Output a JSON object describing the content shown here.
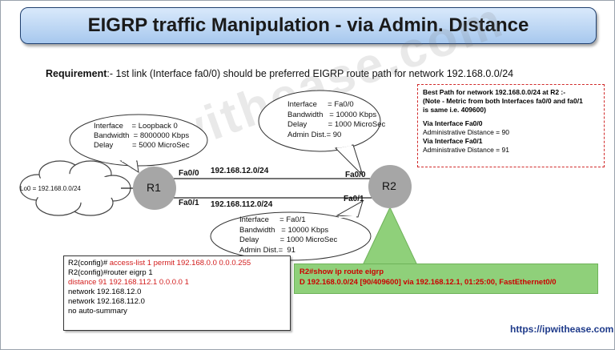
{
  "title": "EIGRP traffic Manipulation - via Admin. Distance",
  "requirement": {
    "label": "Requirement",
    "text": ":- 1st link (Interface fa0/0) should be preferred EIGRP route path for network 192.168.0.0/24"
  },
  "watermark": "ipwithease.com",
  "cloud": {
    "text": "Lo0 = 192.168.0.0/24"
  },
  "r1": {
    "label": "R1",
    "bubble": [
      "Interface    = Loopback 0",
      "Bandwidth  = 8000000 Kbps",
      "Delay         = 5000 MicroSec"
    ]
  },
  "r2": {
    "label": "R2"
  },
  "links": {
    "top_subnet": "192.168.12.0/24",
    "bottom_subnet": "192.168.112.0/24",
    "r1_top_if": "Fa0/0",
    "r1_bottom_if": "Fa0/1",
    "r2_top_if": "Fa0/0",
    "r2_bottom_if": "Fa0/1"
  },
  "bubble_fa00": [
    "Interface     = Fa0/0",
    "Bandwidth   = 10000 Kbps",
    "Delay          = 1000 MicroSec",
    "Admin Dist.= 90"
  ],
  "bubble_fa01": [
    "Interface     = Fa0/1",
    "Bandwidth   = 10000 Kbps",
    "Delay          = 1000 MicroSec",
    "Admin Dist.=  91"
  ],
  "best_path": {
    "heading": "Best Path for network 192.168.0.0/24 at R2 :-",
    "note1": "(Note - Metric from both Interfaces fa0/0 and fa0/1",
    "note2": "is same i.e. 409600)",
    "via1": "Via Interface Fa0/0",
    "ad1": "Administrative Distance = 90",
    "via2": "Via Interface Fa0/1",
    "ad2": "Administrative Distance = 91"
  },
  "config": [
    {
      "prefix": "R2(config)# ",
      "text": "access-list 1 permit 192.168.0.0 0.0.0.255",
      "highlight": true
    },
    {
      "prefix": "R2(config)#router eigrp 1",
      "text": "",
      "highlight": false
    },
    {
      "prefix": " ",
      "text": "distance 91 192.168.112.1 0.0.0.0 1",
      "highlight": true
    },
    {
      "prefix": " network 192.168.12.0",
      "text": "",
      "highlight": false
    },
    {
      "prefix": "network 192.168.112.0",
      "text": "",
      "highlight": false
    },
    {
      "prefix": " no auto-summary",
      "text": "",
      "highlight": false
    }
  ],
  "show_output": {
    "command": "R2#show ip route eigrp",
    "route": "D     192.168.0.0/24 [90/409600] via 192.168.12.1, 01:25:00, FastEthernet0/0"
  },
  "url": "https://ipwithease.com",
  "colors": {
    "router": "#a6a6a6",
    "callout_green": "#8fd07a",
    "title_blue": "#a7c8ee",
    "red_text": "#d21c1c"
  }
}
